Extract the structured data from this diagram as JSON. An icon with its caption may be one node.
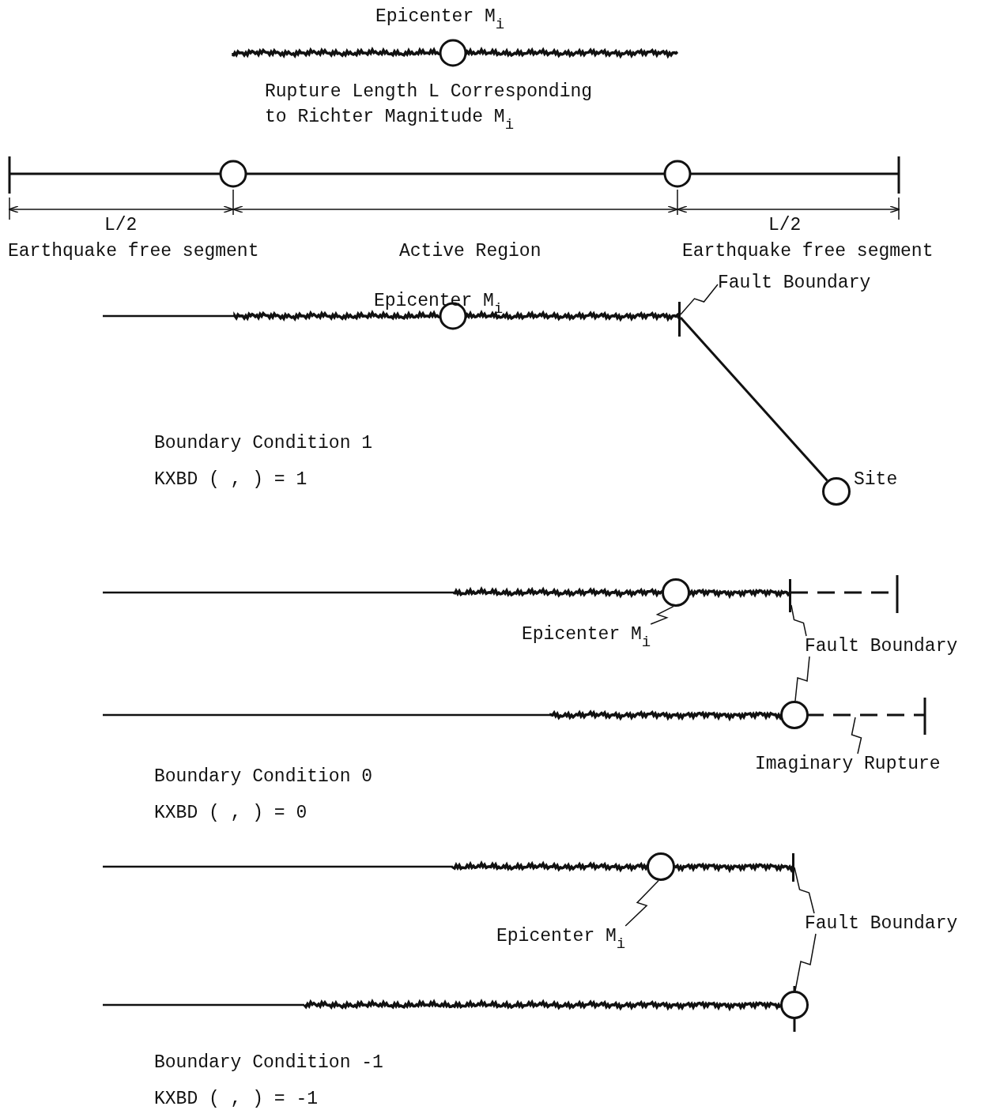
{
  "diagram": {
    "nodes": [
      {
        "text": [
          "Fault Boundary"
        ]
      },
      {
        "text": [],
        "shape": "bar"
      },
      {
        "text": [],
        "shape": "circle",
        "beside": [
          "Site"
        ]
      },
      {
        "text": [
          "Epicenter M$_{i}$"
        ]
      },
      {
        "text": [],
        "shape": "circle"
      },
      {
        "text": [
          "Fault Boundary"
        ]
      },
      {
        "text": [],
        "shape": "bar"
      },
      {
        "text": [],
        "shape": "circle"
      },
      {
        "text": [
          "Imaginary Rupture"
        ]
      },
      {
        "text": [
          "Epicenter M$_{i}$"
        ]
      },
      {
        "text": [],
        "shape": "circle"
      },
      {
        "text": [
          "Fault Boundary"
        ]
      },
      {
        "text": [],
        "shape": "bar"
      },
      {
        "text": [],
        "shape": "circle"
      }
    ],
    "edges": [
      {
        "from": 0,
        "to": 1,
        "arrow": "none"
      },
      {
        "from": 1,
        "to": 2,
        "arrow": "none"
      },
      {
        "from": 3,
        "to": 4,
        "arrow": "none"
      },
      {
        "from": 5,
        "to": 6,
        "arrow": "none"
      },
      {
        "from": 5,
        "to": 7,
        "arrow": "none"
      },
      {
        "from": 8,
        "to": null,
        "arrow": "none"
      },
      {
        "from": 9,
        "to": 10,
        "arrow": "none"
      },
      {
        "from": 11,
        "to": 12,
        "arrow": "none"
      },
      {
        "from": 11,
        "to": 13,
        "arrow": "none"
      }
    ],
    "labels": [
      "Epicenter M$_{i}$",
      "Rupture Length L Corresponding to Richter Magnitude M$_{i}$",
      "L/2",
      "L/2",
      "Earthquake free segment",
      "Active Region",
      "Earthquake free segment",
      "Epicenter M$_{i}$",
      "Boundary Condition 1",
      "KXBD ( , ) = 1",
      "Boundary Condition 0",
      "KXBD ( , ) = 0",
      "Boundary Condition -1",
      "KXBD ( , ) = -1"
    ]
  }
}
